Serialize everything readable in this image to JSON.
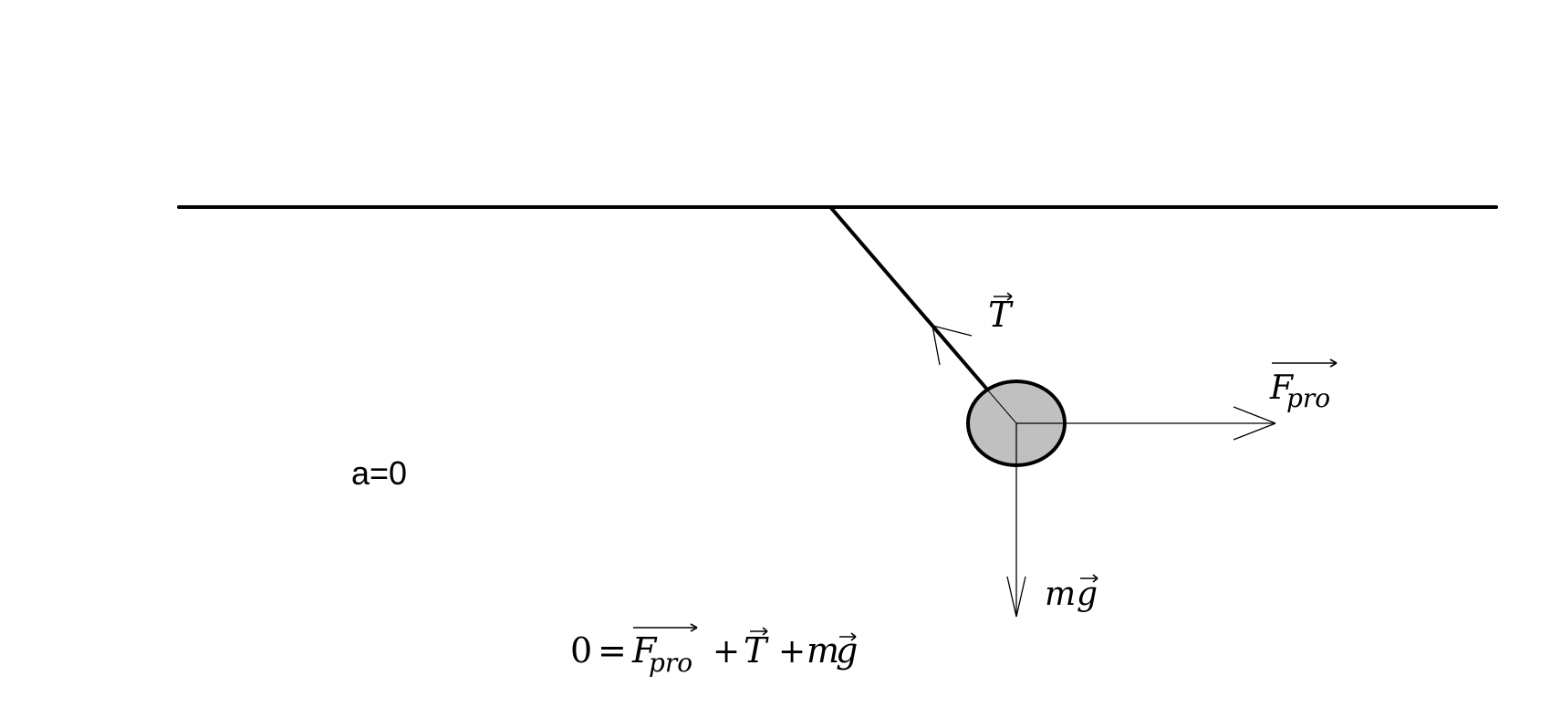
{
  "diagram": {
    "acceleration_label": "a=0",
    "vectors": {
      "tension": {
        "symbol": "T",
        "arrow_mark": "→"
      },
      "drag_force": {
        "symbol": "F",
        "subscript": "pro"
      },
      "weight": {
        "prefix": "m",
        "symbol": "g",
        "arrow_mark": "→"
      }
    },
    "equation": {
      "lhs": "0",
      "equals": "=",
      "term1_symbol": "F",
      "term1_subscript": "pro",
      "plus1": "+",
      "term2_symbol": "T",
      "plus2": "+",
      "term3_prefix": "m",
      "term3_symbol": "g",
      "arrow_mark": "→"
    },
    "colors": {
      "line": "#000000",
      "bob_fill": "#c0c0c0",
      "background": "#ffffff"
    }
  }
}
